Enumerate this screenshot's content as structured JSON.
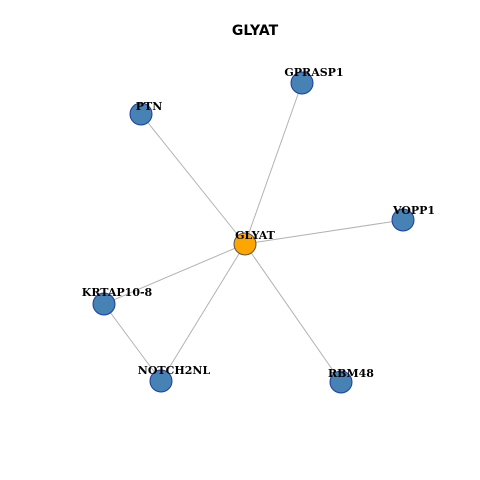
{
  "title": "GLYAT",
  "colors": {
    "center_fill": "#FFA500",
    "center_stroke": "#555555",
    "neighbor_fill": "#4682B4",
    "neighbor_stroke": "#1E3AA0",
    "edge": "#B3B3B3"
  },
  "nodes": [
    {
      "id": "GLYAT",
      "label": "GLYAT",
      "role": "center"
    },
    {
      "id": "GPRASP1",
      "label": "GPRASP1",
      "role": "neighbor"
    },
    {
      "id": "PTN",
      "label": "PTN",
      "role": "neighbor"
    },
    {
      "id": "VOPP1",
      "label": "VOPP1",
      "role": "neighbor"
    },
    {
      "id": "KRTAP10-8",
      "label": "KRTAP10-8",
      "role": "neighbor"
    },
    {
      "id": "NOTCH2NL",
      "label": "NOTCH2NL",
      "role": "neighbor"
    },
    {
      "id": "RBM48",
      "label": "RBM48",
      "role": "neighbor"
    }
  ],
  "edges": [
    [
      "GLYAT",
      "GPRASP1"
    ],
    [
      "GLYAT",
      "PTN"
    ],
    [
      "GLYAT",
      "VOPP1"
    ],
    [
      "GLYAT",
      "KRTAP10-8"
    ],
    [
      "GLYAT",
      "NOTCH2NL"
    ],
    [
      "GLYAT",
      "RBM48"
    ],
    [
      "KRTAP10-8",
      "NOTCH2NL"
    ]
  ]
}
